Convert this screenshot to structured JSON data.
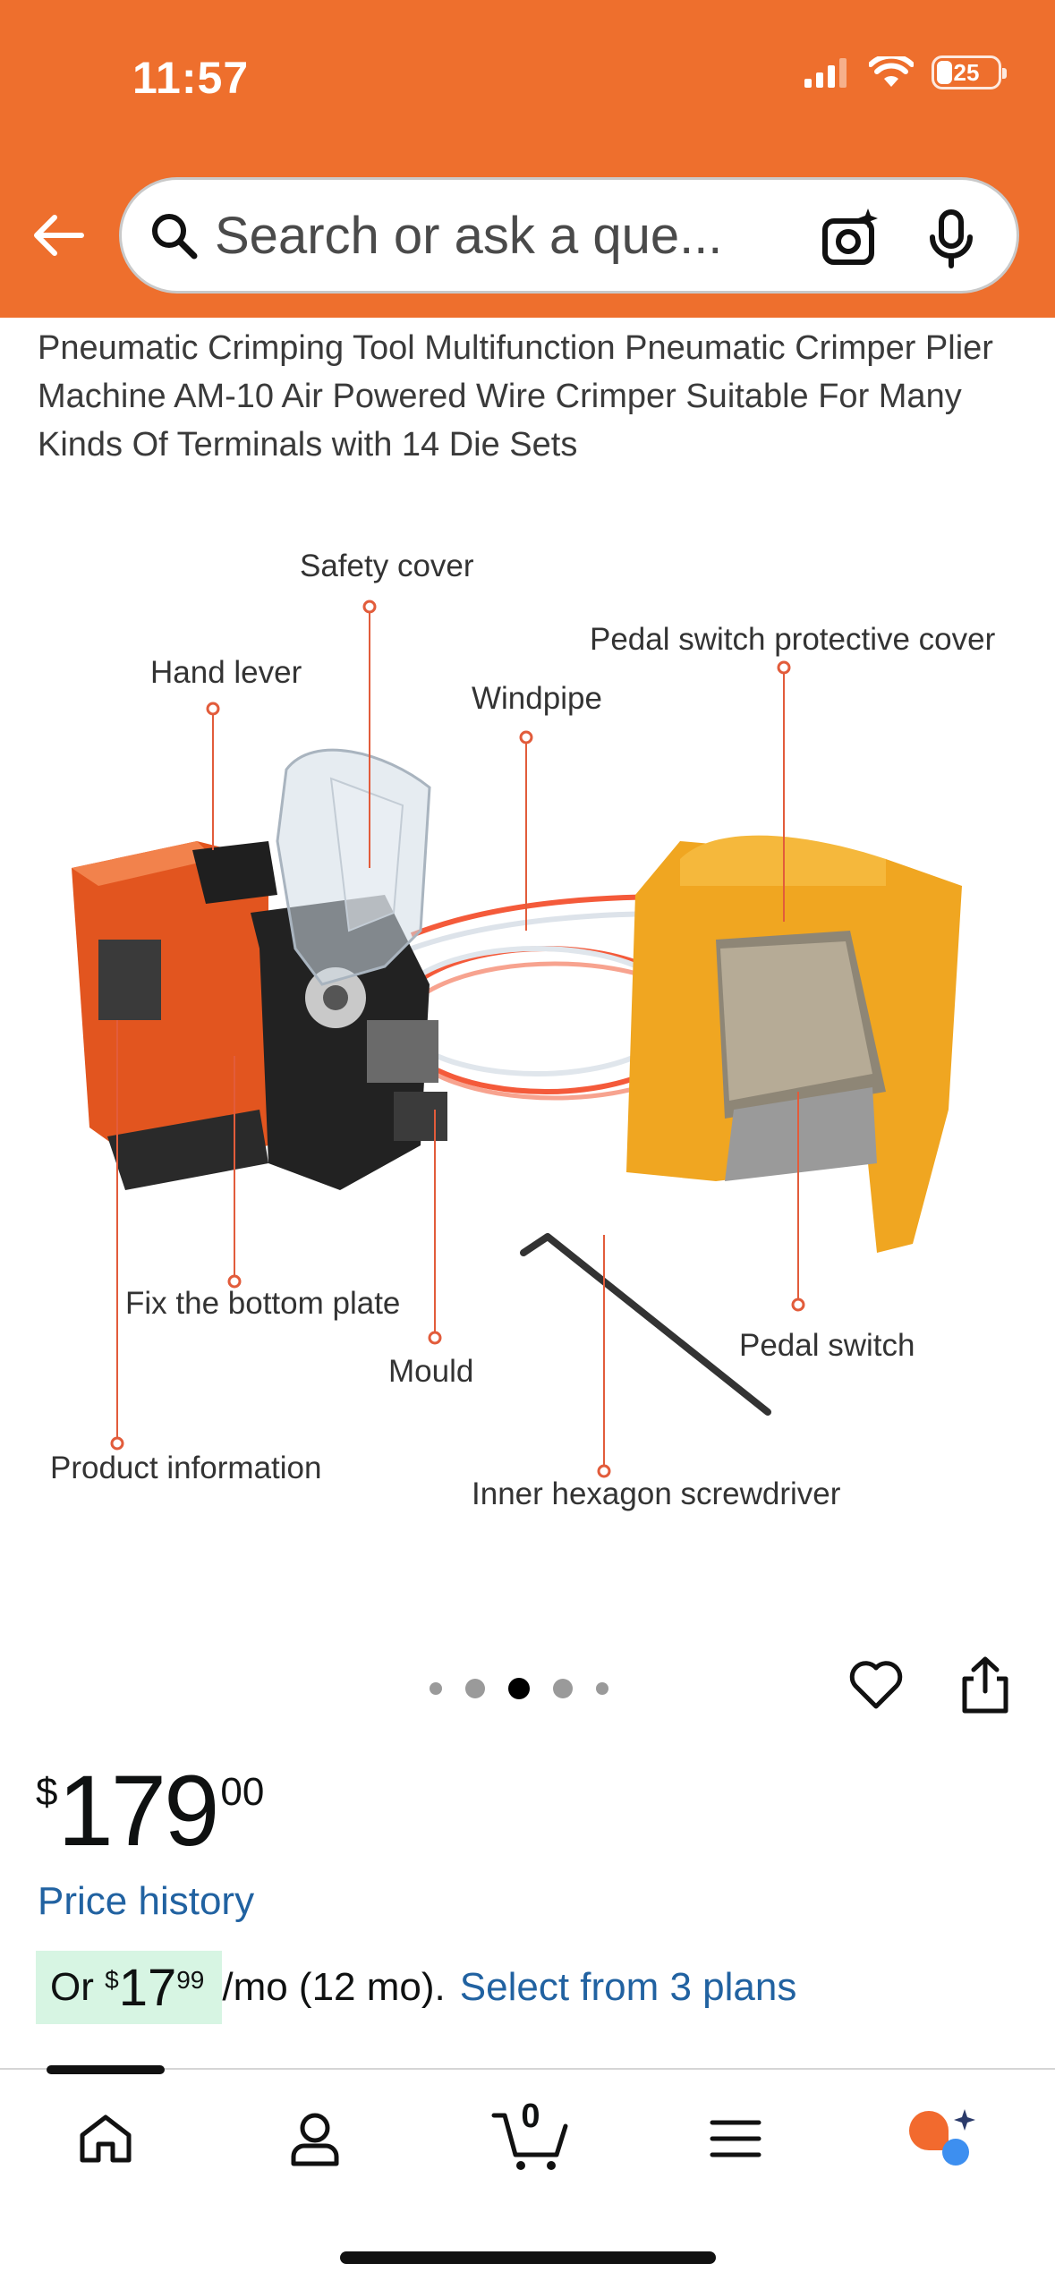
{
  "status_bar": {
    "time": "11:57",
    "battery": "25"
  },
  "search": {
    "placeholder": "Search or ask a que..."
  },
  "product": {
    "title": "Pneumatic Crimping Tool Multifunction Pneumatic Crimper Plier Machine AM-10 Air Powered Wire Crimper Suitable For Many Kinds Of Terminals with 14 Die Sets",
    "image_callouts": {
      "safety_cover": "Safety cover",
      "pedal_switch_cover": "Pedal switch protective cover",
      "hand_lever": "Hand lever",
      "windpipe": "Windpipe",
      "fix_bottom_plate": "Fix the bottom plate",
      "mould": "Mould",
      "pedal_switch": "Pedal switch",
      "product_information": "Product information",
      "hex_screwdriver": "Inner hexagon screwdriver"
    },
    "carousel": {
      "total": 5,
      "active_index": 2
    },
    "price": {
      "currency": "$",
      "whole": "179",
      "fraction": "00"
    },
    "price_history": "Price history",
    "monthly": {
      "prefix": "Or ",
      "currency": "$",
      "whole": "17",
      "fraction": "99",
      "term": "/mo (12 mo).",
      "plans_link": "Select from 3 plans"
    }
  },
  "bottom_nav": {
    "items": [
      "home-icon",
      "account-icon",
      "cart-icon",
      "menu-icon",
      "rufus-icon"
    ],
    "cart_count": "0"
  },
  "colors": {
    "brand_orange": "#ee6f2d",
    "link_blue": "#2162a1",
    "chip_green": "#d7f5e3"
  }
}
